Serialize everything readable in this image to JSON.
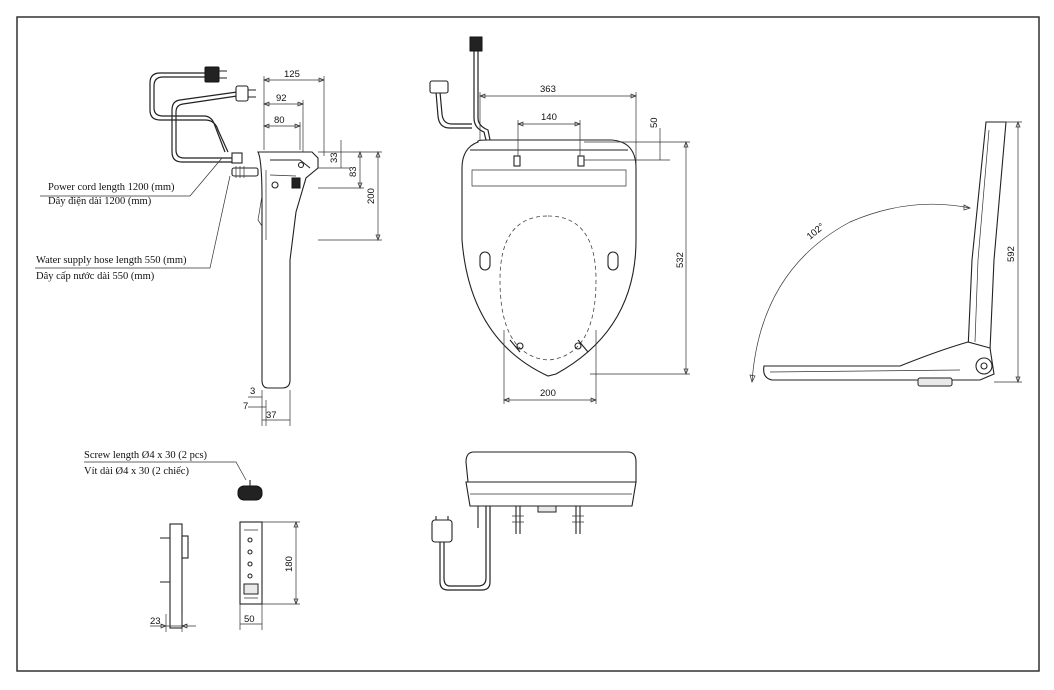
{
  "notes": {
    "power_cord_en": "Power cord length 1200 (mm)",
    "power_cord_vi": "Dây điện dài 1200 (mm)",
    "water_hose_en": "Water supply hose length 550 (mm)",
    "water_hose_vi": "Dây cấp nước dài 550 (mm)",
    "screw_en": "Screw length Ø4 x 30 (2 pcs)",
    "screw_vi": "Vít dài Ø4 x 30 (2 chiếc)"
  },
  "side_view": {
    "d125": "125",
    "d92": "92",
    "d80": "80",
    "d33": "33",
    "d83": "83",
    "d200": "200",
    "d3": "3",
    "d7": "7",
    "d37": "37"
  },
  "top_view": {
    "d363": "363",
    "d140": "140",
    "d50": "50",
    "d532": "532",
    "d200": "200"
  },
  "open_view": {
    "angle": "102°",
    "d592": "592"
  },
  "bracket": {
    "d180": "180",
    "d23": "23",
    "d50": "50"
  }
}
